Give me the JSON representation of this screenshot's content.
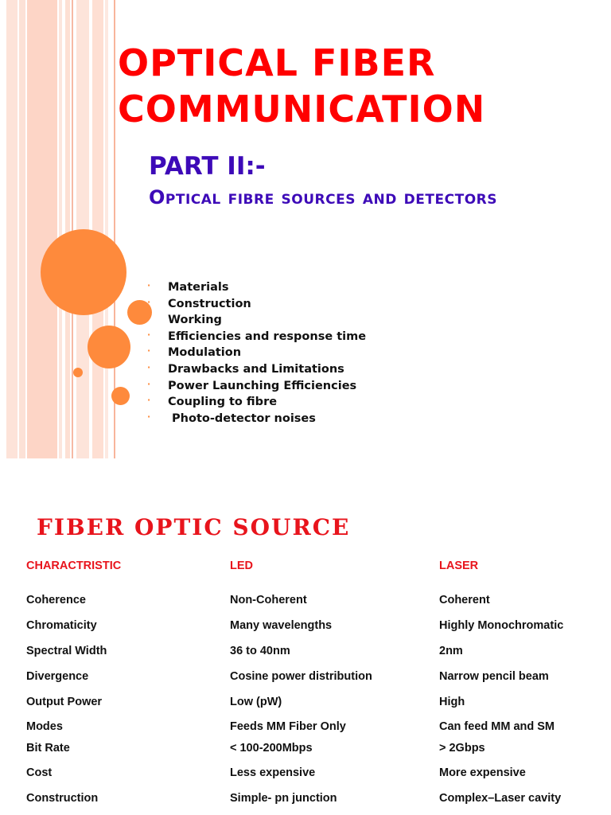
{
  "slide1": {
    "title": "OPTICAL FIBER COMMUNICATION",
    "part": "PART II:-",
    "subtitle": "Optical fibre sources and detectors",
    "bullets": [
      "Materials",
      "Construction",
      "Working",
      "Efficiencies and response time",
      "Modulation",
      "Drawbacks and Limitations",
      "Power Launching Efficiencies",
      "Coupling to fibre",
      " Photo-detector noises"
    ],
    "bullet_glyph": "·",
    "colors": {
      "title": "#ff0000",
      "subtitle": "#3d0ab8",
      "accent": "#fe8a3c",
      "stripe": "#fcd9cc"
    }
  },
  "slide2": {
    "title": "FIBER OPTIC SOURCE",
    "headers": [
      "CHARACTRISTIC",
      "LED",
      "LASER"
    ],
    "rows": [
      [
        "Coherence",
        "Non-Coherent",
        "Coherent"
      ],
      [
        "Chromaticity",
        "Many wavelengths",
        "Highly Monochromatic"
      ],
      [
        "Spectral Width",
        "36 to 40nm",
        "2nm"
      ],
      [
        "Divergence",
        "Cosine power distribution",
        "Narrow pencil beam"
      ],
      [
        "Output Power",
        "Low (pW)",
        "High"
      ],
      [
        "Modes",
        "Feeds MM Fiber Only",
        "Can feed MM and SM"
      ],
      [
        "Bit Rate",
        "< 100-200Mbps",
        "> 2Gbps"
      ],
      [
        "Cost",
        "Less expensive",
        "More expensive"
      ],
      [
        "Construction",
        "Simple- pn junction",
        "Complex–Laser cavity"
      ]
    ],
    "colors": {
      "title": "#e8141c",
      "header": "#e8141c"
    }
  }
}
